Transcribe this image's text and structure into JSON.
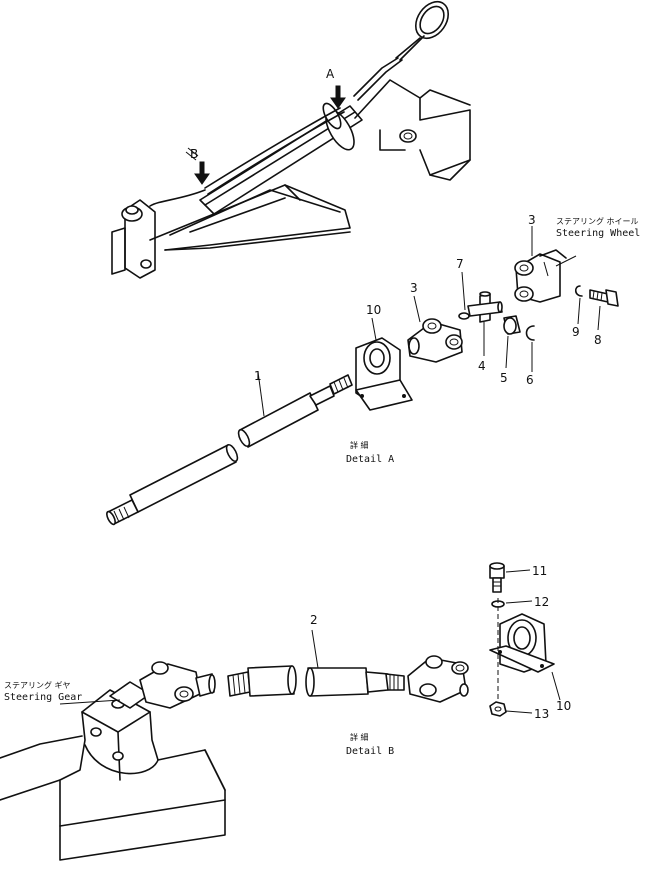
{
  "labels": {
    "arrow_a": "A",
    "arrow_b": "B",
    "steering_wheel_jp": "ステアリング ホイール",
    "steering_wheel_en": "Steering Wheel",
    "detail_jp": "詳 細",
    "detail_a": "Detail A",
    "detail_b": "Detail B",
    "steering_gear_jp": "ステアリング ギヤ",
    "steering_gear_en": "Steering Gear"
  },
  "parts": {
    "p1": "1",
    "p2": "2",
    "p3": "3",
    "p4": "4",
    "p5": "5",
    "p6": "6",
    "p7": "7",
    "p8": "8",
    "p9": "9",
    "p10": "10",
    "p11": "11",
    "p12": "12",
    "p13": "13"
  }
}
